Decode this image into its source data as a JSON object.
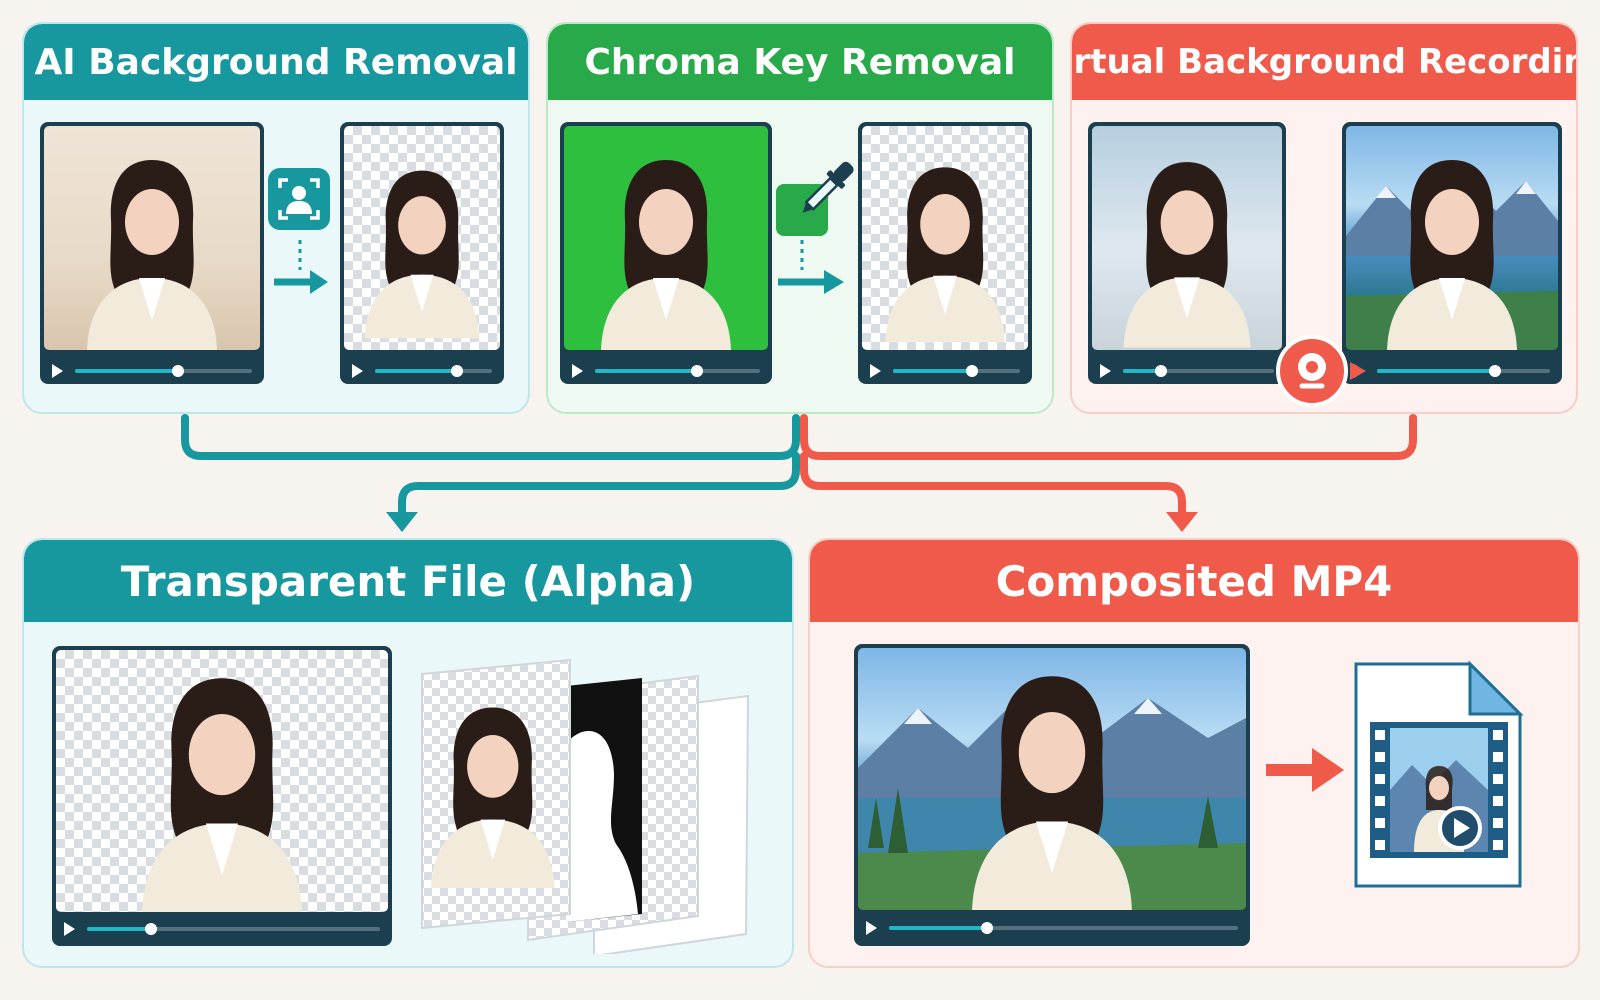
{
  "top_panels": {
    "ai": {
      "title": "AI Background Removal"
    },
    "chroma": {
      "title": "Chroma Key Removal"
    },
    "virtual": {
      "title": "Virtual Background Recording"
    }
  },
  "bottom_panels": {
    "alpha": {
      "title": "Transparent File (Alpha)"
    },
    "mp4": {
      "title": "Composited MP4"
    }
  },
  "icons": {
    "ai_step": "person-scan-icon",
    "chroma_step": "eyedropper-icon",
    "virtual_step": "webcam-icon",
    "mp4_output": "video-file-icon"
  },
  "progress": {
    "ai_before": 0.58,
    "ai_after": 0.7,
    "chroma_before": 0.62,
    "chroma_after": 0.62,
    "virtual_before": 0.25,
    "virtual_after": 0.68,
    "alpha_main": 0.22,
    "mp4_main": 0.28
  },
  "colors": {
    "teal": "#17979e",
    "green": "#28a94a",
    "red": "#ef5a4b",
    "player": "#1c3f4f"
  }
}
